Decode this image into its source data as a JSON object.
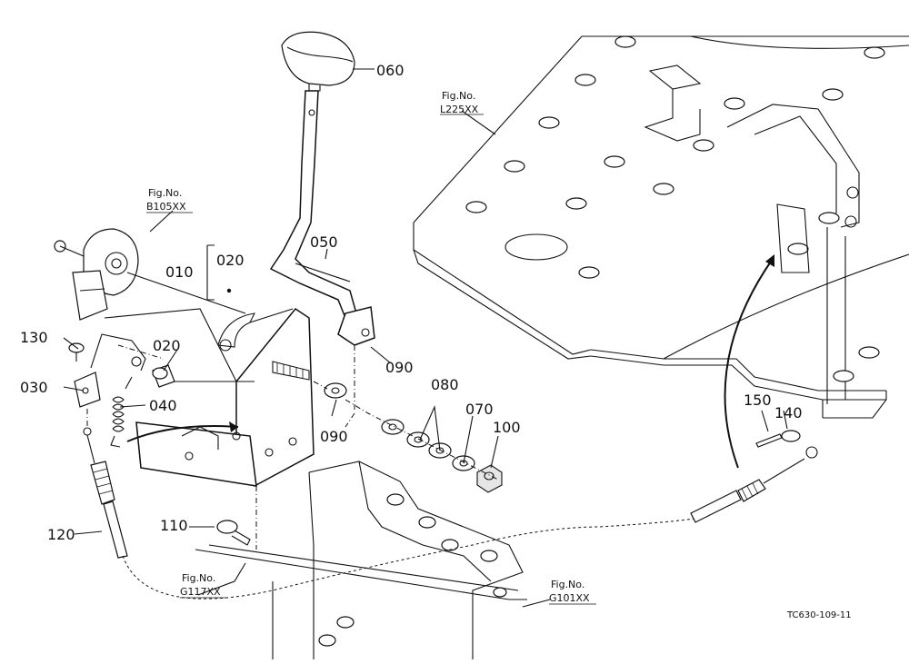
{
  "diagram": {
    "callouts": [
      {
        "id": "060",
        "text": "060"
      },
      {
        "id": "050",
        "text": "050"
      },
      {
        "id": "010",
        "text": "010"
      },
      {
        "id": "020a",
        "text": "020"
      },
      {
        "id": "020b",
        "text": "020"
      },
      {
        "id": "130",
        "text": "130"
      },
      {
        "id": "030",
        "text": "030"
      },
      {
        "id": "040",
        "text": "040"
      },
      {
        "id": "090a",
        "text": "090"
      },
      {
        "id": "090b",
        "text": "090"
      },
      {
        "id": "080",
        "text": "080"
      },
      {
        "id": "070",
        "text": "070"
      },
      {
        "id": "100",
        "text": "100"
      },
      {
        "id": "110",
        "text": "110"
      },
      {
        "id": "120",
        "text": "120"
      },
      {
        "id": "150",
        "text": "150"
      },
      {
        "id": "140",
        "text": "140"
      }
    ],
    "fig_refs": [
      {
        "id": "L225",
        "line1": "Fig.No.",
        "line2": "L225XX"
      },
      {
        "id": "B105",
        "line1": "Fig.No.",
        "line2": "B105XX"
      },
      {
        "id": "G117",
        "line1": "Fig.No.",
        "line2": "G117XX"
      },
      {
        "id": "G101",
        "line1": "Fig.No.",
        "line2": "G101XX"
      }
    ],
    "drawing_code": "TC630-109-11"
  }
}
